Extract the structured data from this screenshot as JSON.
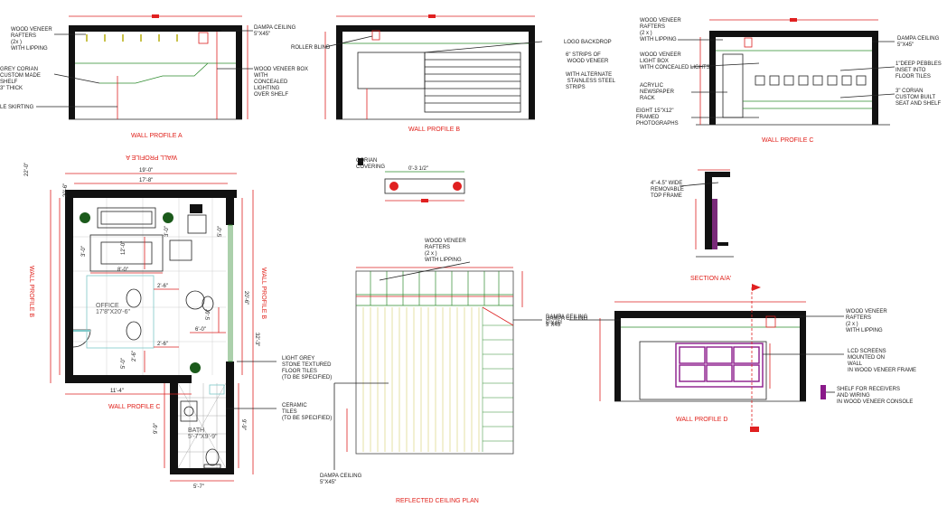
{
  "titles": {
    "wall_a": "WALL PROFILE A",
    "wall_b": "WALL PROFILE B",
    "wall_c": "WALL PROFILE C",
    "wall_d": "WALL PROFILE D",
    "section": "SECTION A/A'",
    "rcp": "REFLECTED CEILING PLAN",
    "plan_top": "WALL PROFILE A",
    "plan_left": "WALL PROFILE B",
    "plan_right": "WALL PROFILE B",
    "plan_bottom": "WALL PROFILE C"
  },
  "wall_a": {
    "rafters": "WOOD VENEER\nRAFTERS\n(2x  )\nWITH LIPPING",
    "ceiling": "DAMPA CEILING\n5\"X45\"",
    "corian": "GREY CORIAN\nCUSTOM MADE\nSHELF\n3\" THICK",
    "box": "WOOD VENEER BOX\nWITH\nCONCEALED\nLIGHTING\nOVER SHELF",
    "skirting": "LE SKIRTING"
  },
  "wall_b": {
    "roller": "ROLLER BLIND",
    "logo": "LOGO BACKDROP",
    "strips": "6\" STRIPS OF\n   WOOD VENEER",
    "alternate": "WITH ALTERNATE\n   STAINLESS STEEL\nSTRIPS"
  },
  "wall_c": {
    "rafters": "WOOD VENEER\nRAFTERS\n(2 x  )\nWITH LIPPING",
    "lightbox": "   WOOD VENEER\nLIGHT BOX\nWITH CONCEALED LIGHTS",
    "acrylic": "   ACRYLIC\nNEWSPAPER\nRACK",
    "frames": "EIGHT 15\"X12\"\nFRAMED\nPHOTOGRAPHS",
    "ceiling": "DAMPA CEILING\n5\"X45\"",
    "pebbles": "1\"DEEP PEBBLES\nINSET INTO\nFLOOR TILES",
    "seat": "3\" CORIAN\nCUSTOM BUILT\nSEAT AND SHELF"
  },
  "detail": {
    "corian": "   CORIAN\nCOVERING",
    "dim": "0'-3 1/2\""
  },
  "plan": {
    "overall_top": "19'-0\"",
    "inner_top": "17'-8\"",
    "overall_left": "22'-0\"",
    "inner_left": "20'-6\"",
    "inner_right": "20'-6\"",
    "overall_right": "32'-3\"",
    "bottom_span": "11'-4\"",
    "bath_w": "5'-7\"",
    "bath_h1": "9'-9\"",
    "bath_h2": "9'-9\"",
    "office_label": "OFFICE\n17'8\"X20'-6\"",
    "bath_label": "BATH\n5'-7\"X9'-9\"",
    "d1": "12'-0\"",
    "d2": "8'-0\"",
    "d3": "2'-6\"",
    "d4": "2'-6\"",
    "d5": "2'-6\"",
    "d6": "6'-0\"",
    "d7": "5'-9\"",
    "d8": "3'-0\"",
    "d9": "3'-0\"",
    "d10": "5'-0\"",
    "d11": "5'-0\"",
    "floor_tiles": "LIGHT GREY\nSTONE TEXTURED\nFLOOR TILES\n(TO BE SPECIFIED)",
    "ceramic": "CERAMIC\nTILES\n(TO BE SPECIFIED)"
  },
  "rcp": {
    "rafters": "WOOD VENEER\nRAFTERS\n(2 x  )\nWITH LIPPING",
    "ceiling_right": "DAMPA CEILING\n5\"X45\"",
    "ceiling_bottom": "DAMPA CEILING\n5\"X45\""
  },
  "section": {
    "frame": "4\"-4.5\" WIDE\nREMOVABLE\nTOP FRAME"
  },
  "wall_d": {
    "rafters": "WOOD VENEER\nRAFTERS\n(2 x  )\nWITH LIPPING",
    "ceiling": "DAMPA CEILING\n5\"X45\"",
    "lcd": "LCD SCREENS\nMOUNTED ON\nWALL\nIN   WOOD VENEER FRAME",
    "shelf": "SHELF FOR RECEIVERS\nAND WIRING\nIN WOOD VENEER CONSOLE"
  }
}
